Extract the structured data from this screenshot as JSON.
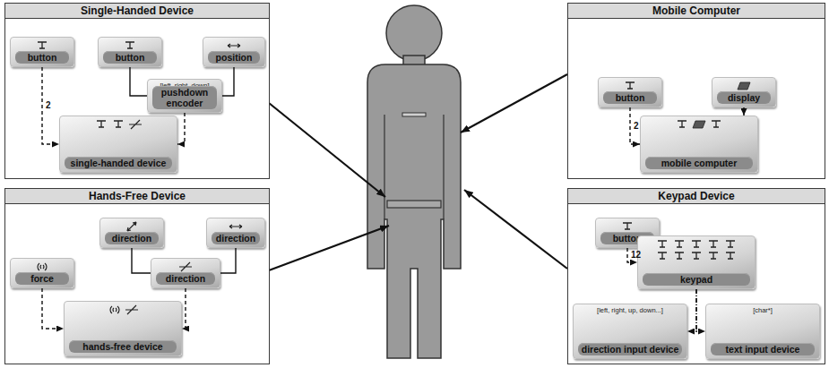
{
  "diagram": {
    "nodes": [
      {
        "text": [
          "Single-Handed Device"
        ]
      },
      {
        "text": [
          "button"
        ],
        "in": 0
      },
      {
        "text": [
          "button"
        ],
        "in": 0
      },
      {
        "text": [
          "position"
        ],
        "in": 0
      },
      {
        "text": [
          "[left, right, down]",
          "pushdown encoder"
        ],
        "in": 0
      },
      {
        "text": [
          "single-handed device"
        ],
        "in": 0
      },
      {
        "text": [
          "Hands-Free Device"
        ]
      },
      {
        "text": [
          "direction"
        ],
        "in": 6
      },
      {
        "text": [
          "direction"
        ],
        "in": 6
      },
      {
        "text": [
          "force"
        ],
        "in": 6
      },
      {
        "text": [
          "direction"
        ],
        "in": 6
      },
      {
        "text": [
          "hands-free device"
        ],
        "in": 6
      },
      {
        "text": [
          "Mobile Computer"
        ]
      },
      {
        "text": [
          "button"
        ],
        "in": 12
      },
      {
        "text": [
          "display"
        ],
        "in": 12
      },
      {
        "text": [
          "mobile computer"
        ],
        "in": 12
      },
      {
        "text": [
          "Keypad Device"
        ]
      },
      {
        "text": [
          "button"
        ],
        "in": 16
      },
      {
        "text": [
          "keypad"
        ],
        "in": 16
      },
      {
        "text": [
          "[left, right, up, down...]",
          "direction input device"
        ],
        "in": 16
      },
      {
        "text": [
          "[char*]",
          "text input device"
        ],
        "in": 16
      }
    ],
    "edges": [
      {
        "from": 1,
        "to": 5,
        "arrow": "to",
        "label": "2"
      },
      {
        "from": 2,
        "to": 4,
        "arrow": "none"
      },
      {
        "from": 3,
        "to": 4,
        "arrow": "none"
      },
      {
        "from": 4,
        "to": 5,
        "arrow": "to"
      },
      {
        "from": 7,
        "to": 10,
        "arrow": "none"
      },
      {
        "from": 8,
        "to": 10,
        "arrow": "none"
      },
      {
        "from": 9,
        "to": 11,
        "arrow": "to"
      },
      {
        "from": 10,
        "to": 11,
        "arrow": "to"
      },
      {
        "from": 13,
        "to": 15,
        "arrow": "to",
        "label": "2"
      },
      {
        "from": 14,
        "to": 15,
        "arrow": "to"
      },
      {
        "from": 17,
        "to": 18,
        "arrow": "to",
        "label": "12"
      },
      {
        "from": 18,
        "to": 19,
        "arrow": "to"
      },
      {
        "from": 18,
        "to": 20,
        "arrow": "to"
      }
    ]
  }
}
